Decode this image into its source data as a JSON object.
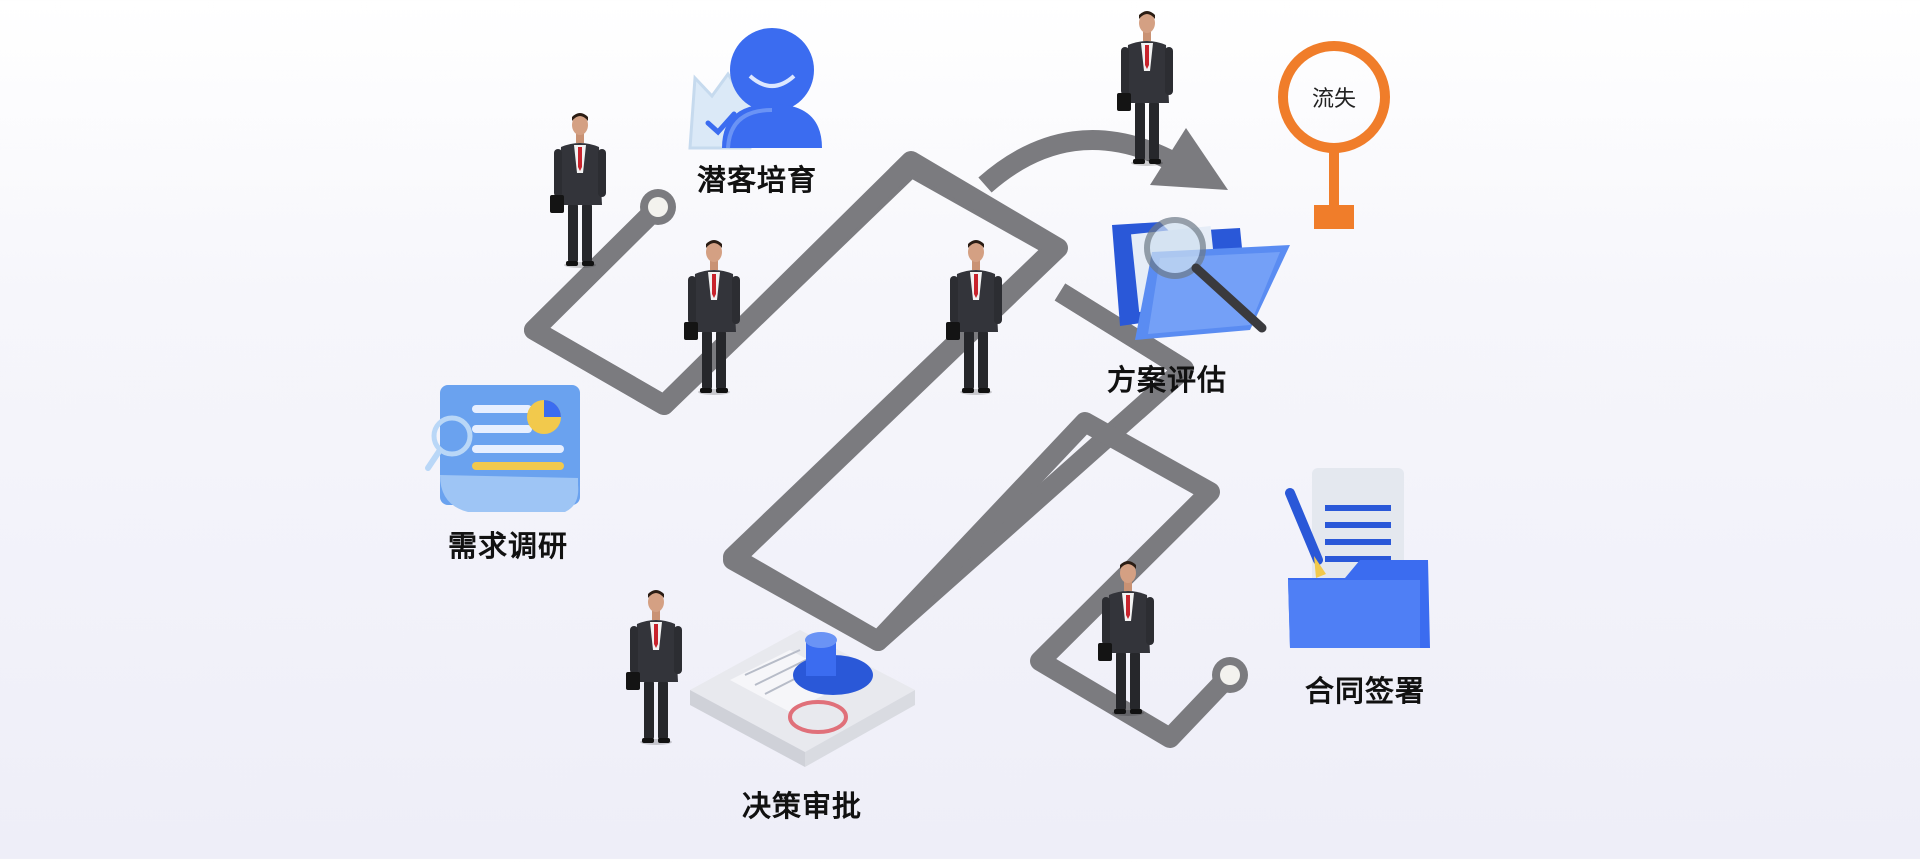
{
  "stages": {
    "nurture": "潜客培育",
    "research": "需求调研",
    "evaluate": "方案评估",
    "approve": "决策审批",
    "contract": "合同签署"
  },
  "lost": "流失",
  "colors": {
    "path": "#7b7b7f",
    "lost_marker": "#f07d2a",
    "icon_blue": "#3b6cf0",
    "suit": "#2e2f33",
    "tie": "#c8232c"
  }
}
